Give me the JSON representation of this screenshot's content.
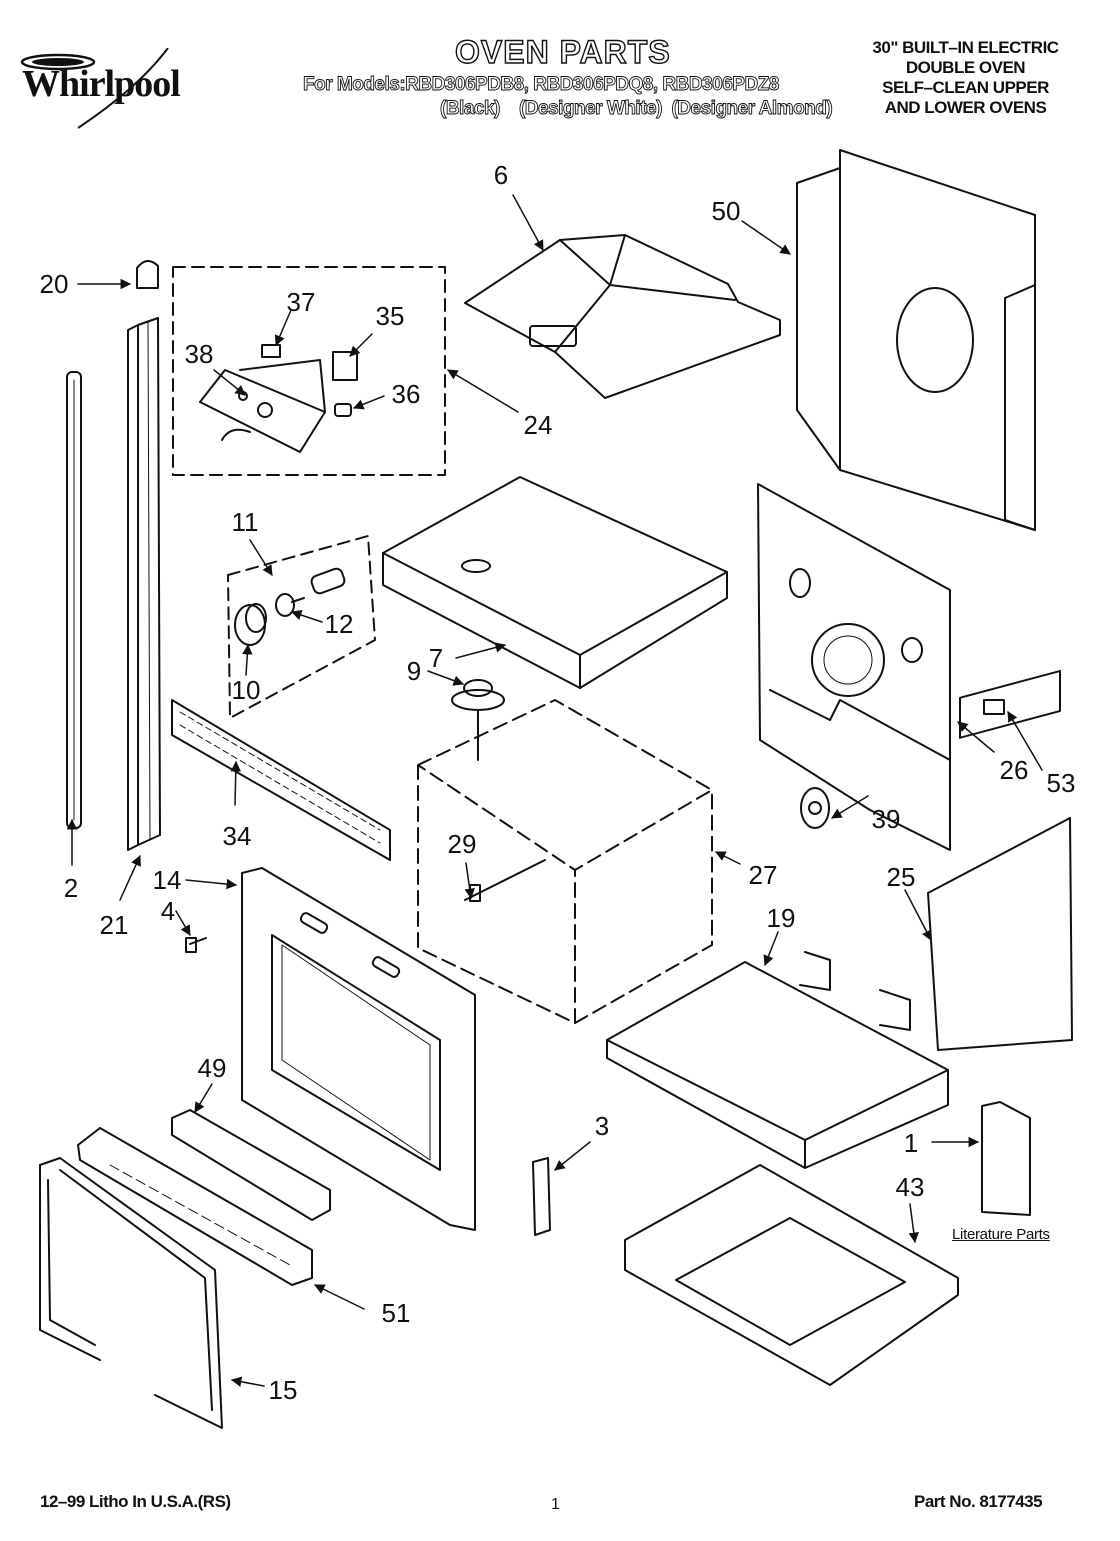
{
  "header": {
    "brand": "Whirlpool",
    "title": "OVEN PARTS",
    "models_line": "For Models:RBD306PDB8, RBD306PDQ8, RBD306PDZ8",
    "finishes_line": "(Black)    (Designer White)  (Designer Almond)",
    "product_description": [
      "30\" BUILT–IN ELECTRIC",
      "DOUBLE OVEN",
      "SELF–CLEAN UPPER",
      "AND LOWER OVENS"
    ]
  },
  "callouts": {
    "c1": "1",
    "c2": "2",
    "c3": "3",
    "c4": "4",
    "c6": "6",
    "c7": "7",
    "c9": "9",
    "c10": "10",
    "c11": "11",
    "c12": "12",
    "c14": "14",
    "c15": "15",
    "c19": "19",
    "c20": "20",
    "c21": "21",
    "c24": "24",
    "c25": "25",
    "c26": "26",
    "c27": "27",
    "c29": "29",
    "c34": "34",
    "c35": "35",
    "c36": "36",
    "c37": "37",
    "c38": "38",
    "c39": "39",
    "c43": "43",
    "c49": "49",
    "c50": "50",
    "c51": "51",
    "c53": "53"
  },
  "literature_label": "Literature Parts",
  "footer": {
    "litho": "12–99 Litho In U.S.A.(RS)",
    "page": "1",
    "part_no": "Part No. 8177435"
  }
}
